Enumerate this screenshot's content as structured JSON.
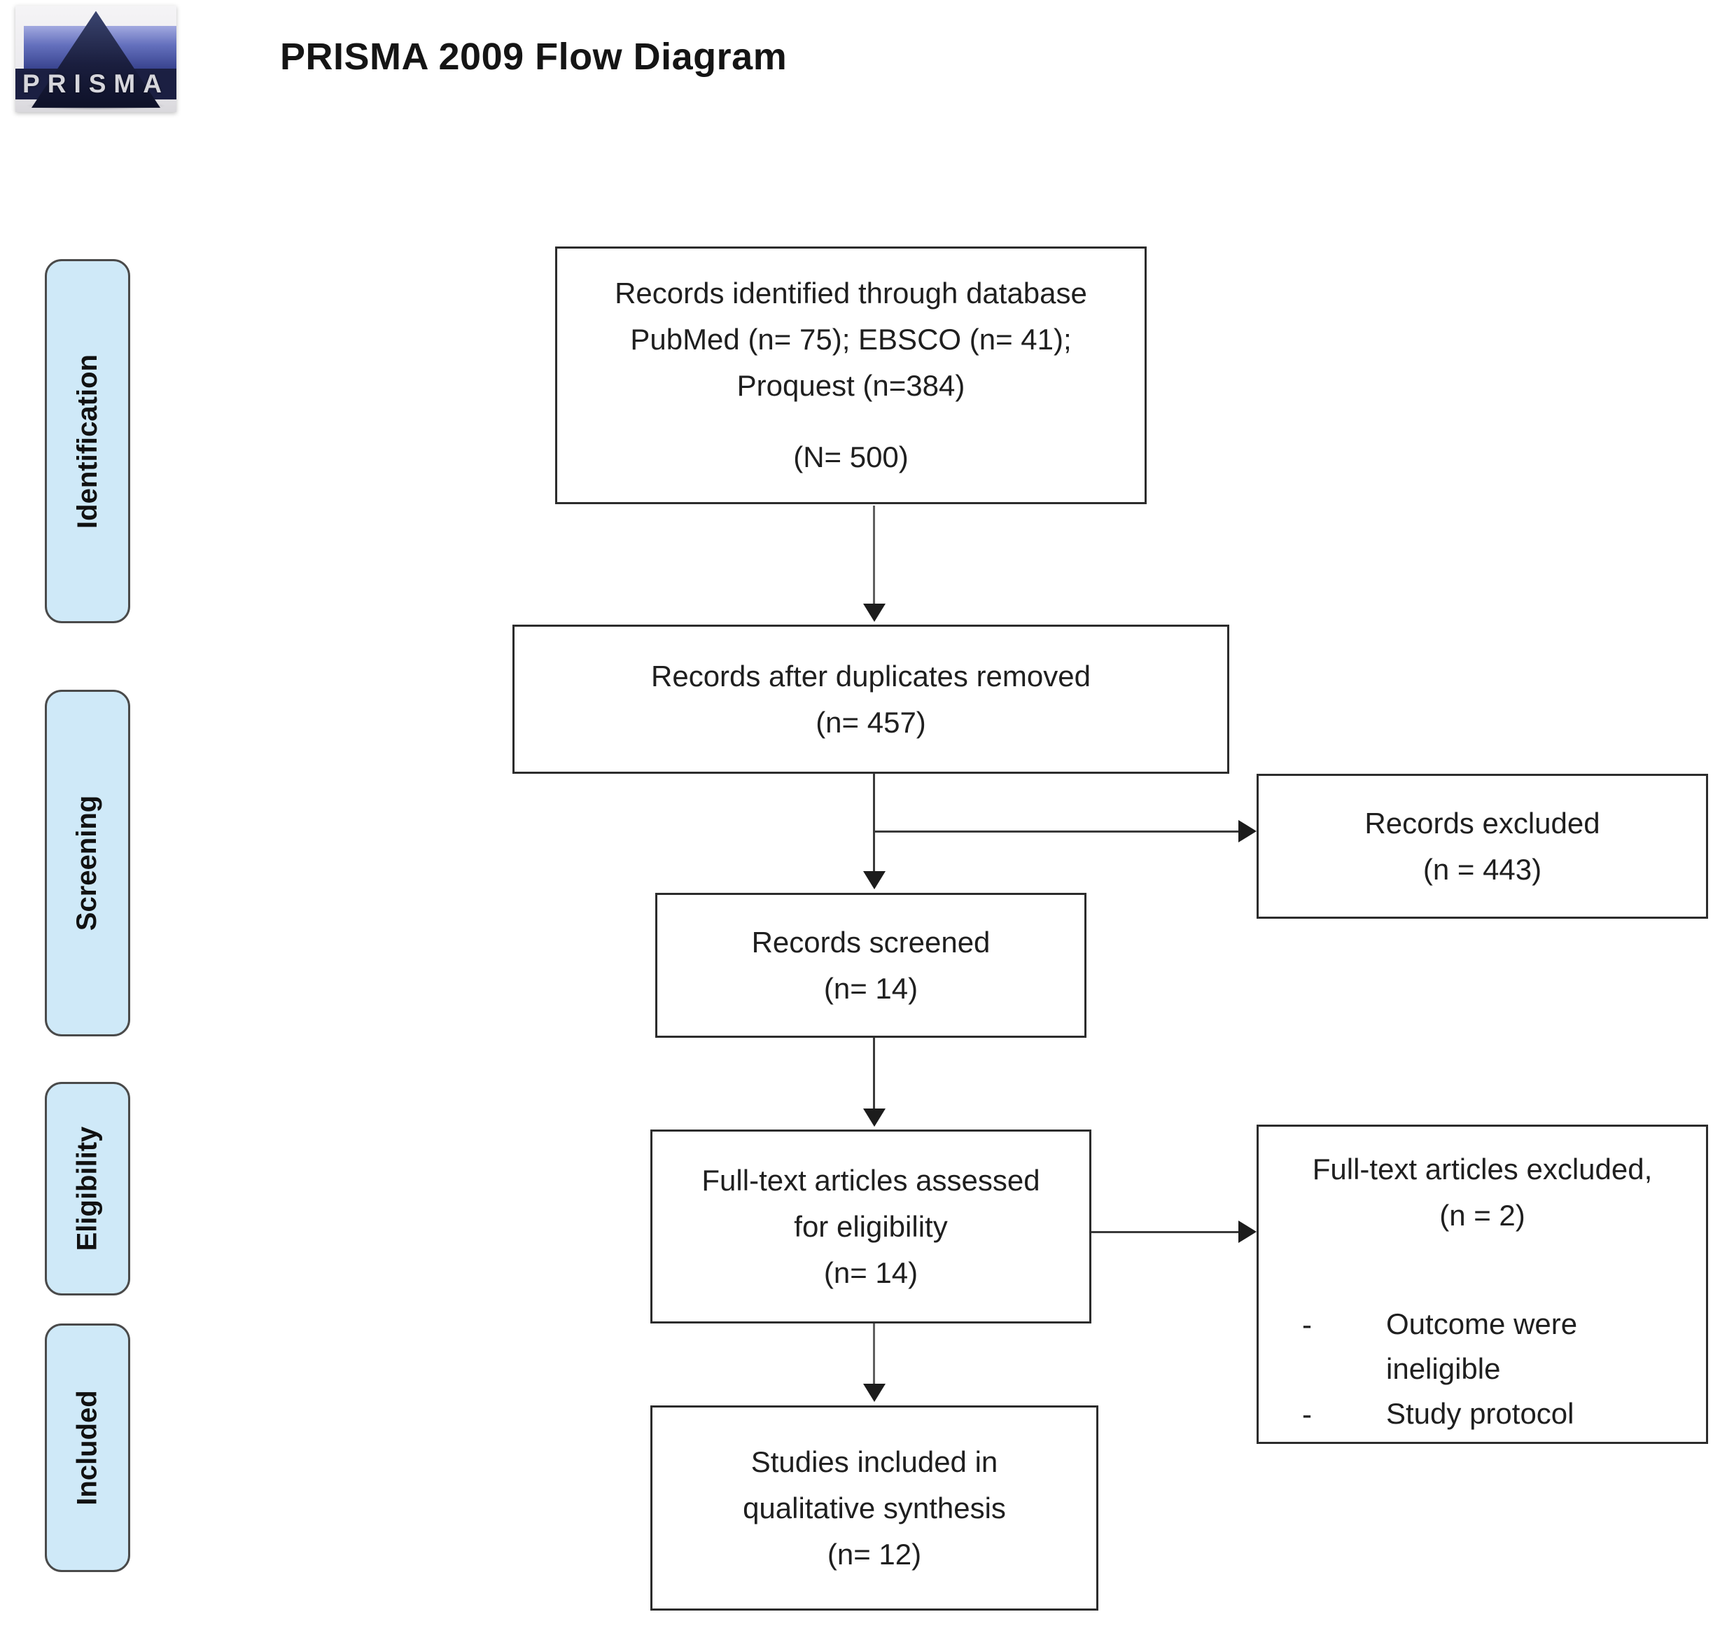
{
  "header": {
    "title": "PRISMA 2009 Flow Diagram",
    "logo_text": "PRISMA"
  },
  "sidebar": {
    "stages": [
      {
        "label": "Identification"
      },
      {
        "label": "Screening"
      },
      {
        "label": "Eligibility"
      },
      {
        "label": "Included"
      }
    ]
  },
  "boxes": {
    "identified": {
      "lines": [
        "Records identified through database",
        "PubMed (n= 75); EBSCO (n= 41);",
        "Proquest (n=384)",
        "(N= 500)"
      ]
    },
    "deduplicated": {
      "lines": [
        "Records after duplicates removed",
        "(n= 457)"
      ]
    },
    "records_excluded": {
      "lines": [
        "Records excluded",
        "(n = 443)"
      ]
    },
    "screened": {
      "lines": [
        "Records screened",
        "(n= 14)"
      ]
    },
    "fulltext_assessed": {
      "lines": [
        "Full-text articles assessed",
        "for eligibility",
        "(n= 14)"
      ]
    },
    "fulltext_excluded": {
      "title_lines": [
        "Full-text articles excluded,",
        "(n = 2)"
      ],
      "bullet_marker": "-",
      "bullets": [
        "Outcome were ineligible",
        "Study protocol"
      ]
    },
    "included_qualitative": {
      "lines": [
        "Studies included in",
        "qualitative synthesis",
        "(n= 12)"
      ]
    }
  },
  "colors": {
    "stage_fill": "#cfe9f8",
    "stage_border": "#4a4a4a",
    "box_border": "#2c2c2c",
    "arrow": "#1c1c1c",
    "logo_navy": "#1b1f42",
    "logo_blue": "#6470bd"
  }
}
